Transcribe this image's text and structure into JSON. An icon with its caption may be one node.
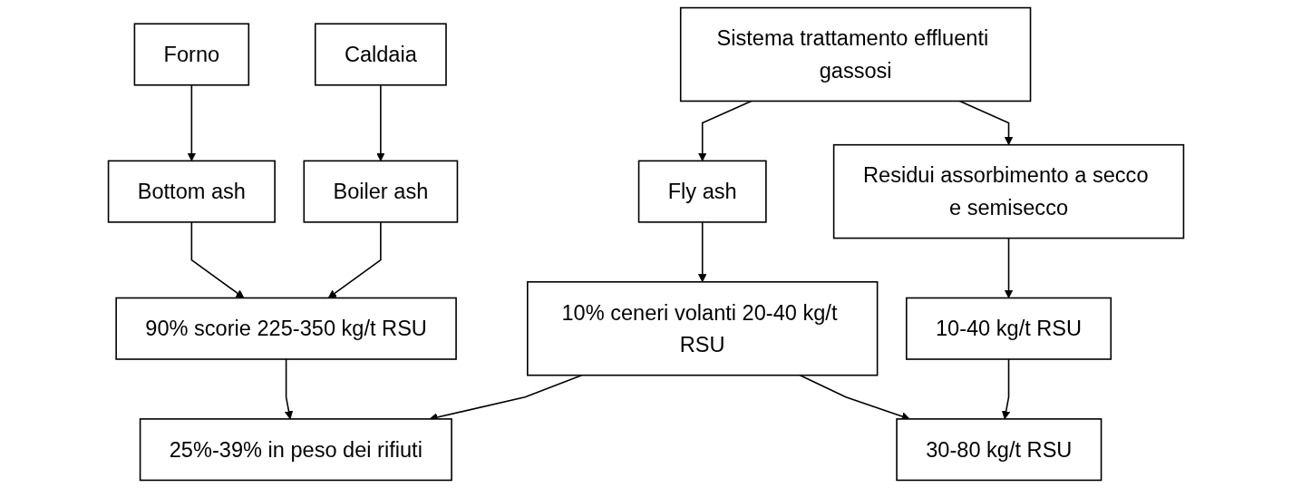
{
  "diagram": {
    "nodes": [
      {
        "text": [
          "Forno"
        ]
      },
      {
        "text": [
          "Caldaia"
        ]
      },
      {
        "text": [
          "Sistema trattamento effluenti gassosi"
        ]
      },
      {
        "text": [
          "Bottom ash"
        ]
      },
      {
        "text": [
          "Boiler ash"
        ]
      },
      {
        "text": [
          "Fly ash"
        ]
      },
      {
        "text": [
          "Residui assorbimento a secco e semisecco"
        ]
      },
      {
        "text": [
          "90% scorie 225-350 kg/t RSU"
        ]
      },
      {
        "text": [
          "10% ceneri volanti 20-40 kg/t RSU"
        ]
      },
      {
        "text": [
          "10-40 kg/t RSU"
        ]
      },
      {
        "text": [
          "25%-39% in peso dei rifiuti"
        ]
      },
      {
        "text": [
          "30-80 kg/t RSU"
        ]
      }
    ],
    "edges": [
      {
        "from": 0,
        "to": 3,
        "arrow": "to"
      },
      {
        "from": 1,
        "to": 4,
        "arrow": "to"
      },
      {
        "from": 2,
        "to": 5,
        "arrow": "to"
      },
      {
        "from": 2,
        "to": 6,
        "arrow": "to"
      },
      {
        "from": 3,
        "to": 7,
        "arrow": "to"
      },
      {
        "from": 4,
        "to": 7,
        "arrow": "to"
      },
      {
        "from": 5,
        "to": 8,
        "arrow": "to"
      },
      {
        "from": 6,
        "to": 9,
        "arrow": "to"
      },
      {
        "from": 7,
        "to": 10,
        "arrow": "to"
      },
      {
        "from": 8,
        "to": 10,
        "arrow": "to"
      },
      {
        "from": 8,
        "to": 11,
        "arrow": "to"
      },
      {
        "from": 9,
        "to": 11,
        "arrow": "to"
      }
    ]
  }
}
